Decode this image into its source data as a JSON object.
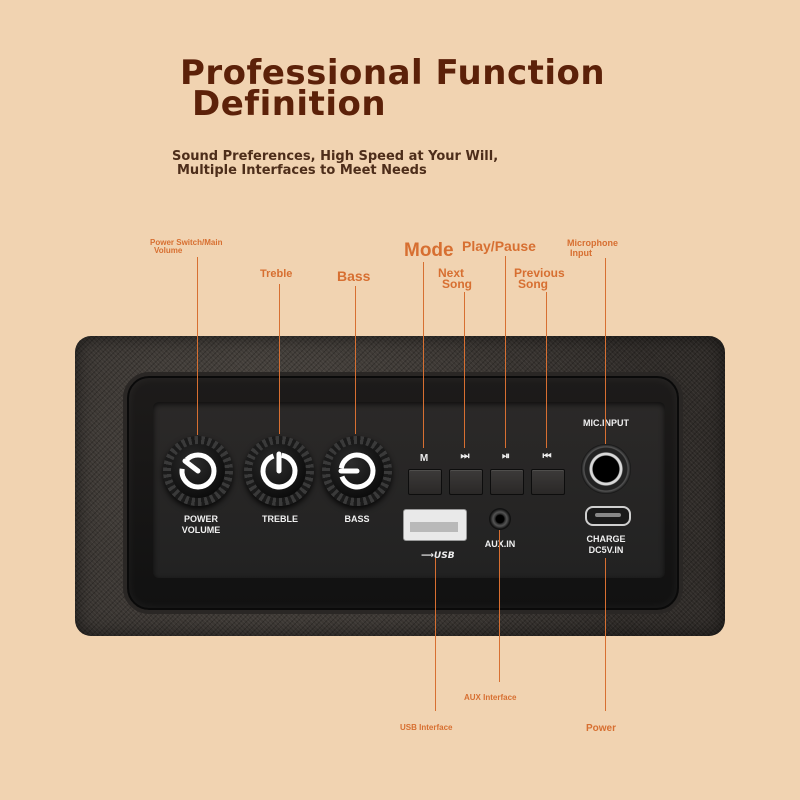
{
  "title": {
    "line1": "Professional Function",
    "line2": "Definition"
  },
  "subtitle": {
    "line1": "Sound Preferences, High Speed at Your Will,",
    "line2": "Multiple Interfaces to Meet Needs"
  },
  "callouts": {
    "power_switch": {
      "line1": "Power Switch/Main",
      "line2": "Volume"
    },
    "treble": "Treble",
    "bass": "Bass",
    "mode": "Mode",
    "play_pause": "Play/Pause",
    "next_song": {
      "line1": "Next",
      "line2": "Song"
    },
    "previous_song": {
      "line1": "Previous",
      "line2": "Song"
    },
    "microphone_input": {
      "line1": "Microphone",
      "line2": "Input"
    },
    "usb_interface": "USB Interface",
    "aux_interface": "AUX Interface",
    "power": "Power"
  },
  "panel": {
    "knobs": [
      {
        "line1": "POWER",
        "line2": "VOLUME"
      },
      {
        "line1": "TREBLE",
        "line2": ""
      },
      {
        "line1": "BASS",
        "line2": ""
      }
    ],
    "buttons": [
      {
        "symbol": "M"
      },
      {
        "symbol": "⏭"
      },
      {
        "symbol": "⏯"
      },
      {
        "symbol": "⏮"
      }
    ],
    "mic_label": "MIC.INPUT",
    "usb_label": "USB",
    "aux_label": "AUX.IN",
    "charge_label": {
      "line1": "CHARGE",
      "line2": "DC5V.IN"
    }
  },
  "colors": {
    "background": "#f1d3b1",
    "title": "#5c2109",
    "callout": "#d76f31",
    "panel_text": "#f0f0f0"
  }
}
